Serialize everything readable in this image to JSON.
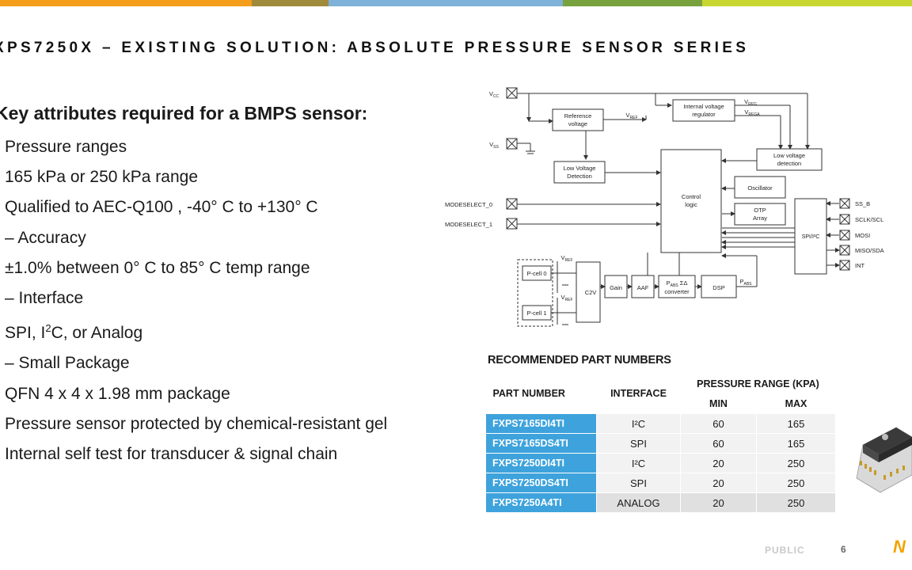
{
  "colors": {
    "top_bar": [
      "#f59e1b",
      "#a08a3c",
      "#7fb2d8",
      "#78a23e",
      "#c9d632"
    ],
    "part_cell_bg": "#3ea3dc"
  },
  "slide": {
    "title": "XPS7250X – EXISTING SOLUTION: ABSOLUTE PRESSURE SENSOR SERIES",
    "heading": "Key attributes required for a BMPS sensor:",
    "bullets": [
      "Pressure ranges",
      "165 kPa or 250 kPa range",
      "Qualified to AEC-Q100 , -40° C to +130° C",
      "– Accuracy",
      "±1.0% between  0° C to 85° C temp range",
      "– Interface",
      "– Small Package",
      "QFN 4 x 4 x 1.98 mm package",
      "Pressure sensor protected by chemical-resistant gel",
      "Internal self test for transducer & signal chain"
    ],
    "interface_bullet": {
      "pre": "SPI, I",
      "sup": "2",
      "post": "C, or Analog"
    }
  },
  "diagram": {
    "vcc": "V",
    "vcc_sub": "CC",
    "vss": "V",
    "vss_sub": "SS",
    "vref": "V",
    "vref_sub": "REF",
    "vreg": "V",
    "vreg_sub": "REG",
    "vrega": "V",
    "vrega_sub": "REGA",
    "reference_voltage": [
      "Reference",
      "voltage"
    ],
    "internal_regulator": [
      "Internal voltage",
      "regulator"
    ],
    "low_voltage_detection_left": [
      "Low Voltage",
      "Detection"
    ],
    "low_voltage_detection_right": [
      "Low voltage",
      "detection"
    ],
    "control_logic": [
      "Control",
      "logic"
    ],
    "oscillator": "Oscillator",
    "otp_array": [
      "OTP",
      "Array"
    ],
    "spi_i2c": "SPI/I²C",
    "modeselect_0": "MODESELECT_0",
    "modeselect_1": "MODESELECT_1",
    "pcell_0": "P-cell 0",
    "pcell_1": "P-cell 1",
    "c2v": "C2V",
    "gain": "Gain",
    "aaf": "AAF",
    "pabs_converter": [
      "P",
      "ABS",
      " ΣΔ",
      "converter"
    ],
    "dsp": "DSP",
    "pabs_out": "P",
    "pabs_out_sub": "ABS",
    "pins": [
      "SS_B",
      "SCLK/SCL",
      "MOSI",
      "MISO/SDA",
      "INT"
    ]
  },
  "table": {
    "title": "RECOMMENDED PART NUMBERS",
    "headers": {
      "part_number": "PART NUMBER",
      "interface": "INTERFACE",
      "pressure_range": "PRESSURE RANGE (KPA)",
      "min": "MIN",
      "max": "MAX"
    },
    "rows": [
      {
        "part": "FXPS7165DI4TI",
        "interface": "I²C",
        "min": "60",
        "max": "165"
      },
      {
        "part": "FXPS7165DS4TI",
        "interface": "SPI",
        "min": "60",
        "max": "165"
      },
      {
        "part": "FXPS7250DI4TI",
        "interface": "I²C",
        "min": "20",
        "max": "250"
      },
      {
        "part": "FXPS7250DS4TI",
        "interface": "SPI",
        "min": "20",
        "max": "250"
      },
      {
        "part": "FXPS7250A4TI",
        "interface": "ANALOG",
        "min": "20",
        "max": "250"
      }
    ]
  },
  "footer": {
    "classification": "PUBLIC",
    "page": "6",
    "logo": "N"
  }
}
